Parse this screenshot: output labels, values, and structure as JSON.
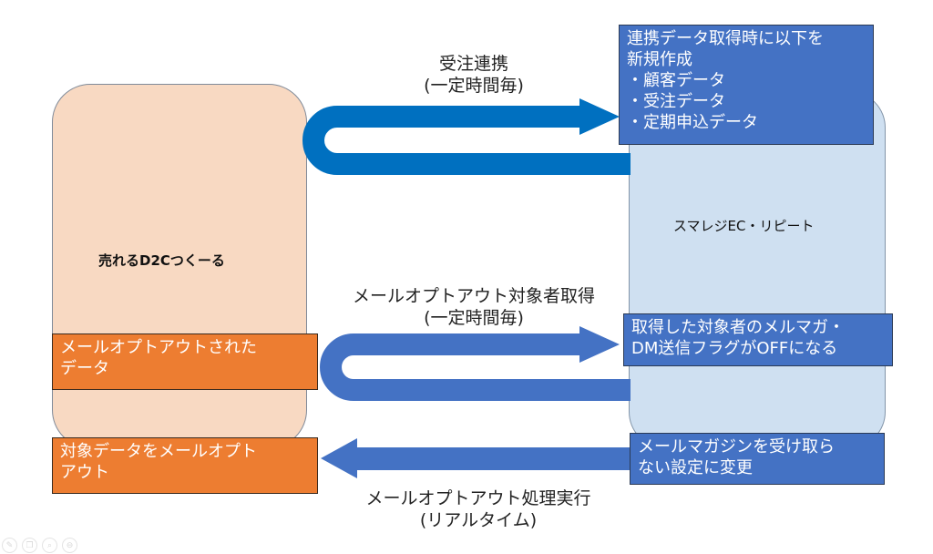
{
  "systems": {
    "left": {
      "label": "売れるD2Cつくーる"
    },
    "right": {
      "label": "スマレジEC・リピート"
    }
  },
  "flows": [
    {
      "label_line1": "受注連携",
      "label_line2": "(一定時間毎)",
      "direction": "left-to-right",
      "color": "#0070c0"
    },
    {
      "label_line1": "メールオプトアウト対象者取得",
      "label_line2": "(一定時間毎)",
      "direction": "left-to-right",
      "color": "#4472c4"
    },
    {
      "label_line1": "メールオプトアウト処理実行",
      "label_line2": "(リアルタイム)",
      "direction": "right-to-left",
      "color": "#4472c4"
    }
  ],
  "boxes": {
    "order_sync_result": {
      "lines": [
        "連携データ取得時に以下を",
        "新規作成",
        "・顧客データ",
        "・受注データ",
        "・定期申込データ"
      ]
    },
    "optout_source": {
      "lines": [
        "メールオプトアウトされた",
        "データ"
      ]
    },
    "flag_off": {
      "lines": [
        "取得した対象者のメルマガ・",
        "DM送信フラグがOFFになる"
      ]
    },
    "optout_target": {
      "lines": [
        "対象データをメールオプト",
        "アウト"
      ]
    },
    "newsletter_setting": {
      "lines": [
        "メールマガジンを受け取ら",
        "ない設定に変更"
      ]
    }
  },
  "colors": {
    "left_system_fill": "#f8d9c2",
    "right_system_fill": "#cfe0f1",
    "box_blue": "#4472c4",
    "box_orange": "#ed7d31"
  },
  "viewer_tools": [
    {
      "icon": "pencil-icon",
      "glyph": "✎"
    },
    {
      "icon": "copy-icon",
      "glyph": "❐"
    },
    {
      "icon": "zoom-icon",
      "glyph": "⌕"
    },
    {
      "icon": "more-icon",
      "glyph": "⊖"
    }
  ]
}
